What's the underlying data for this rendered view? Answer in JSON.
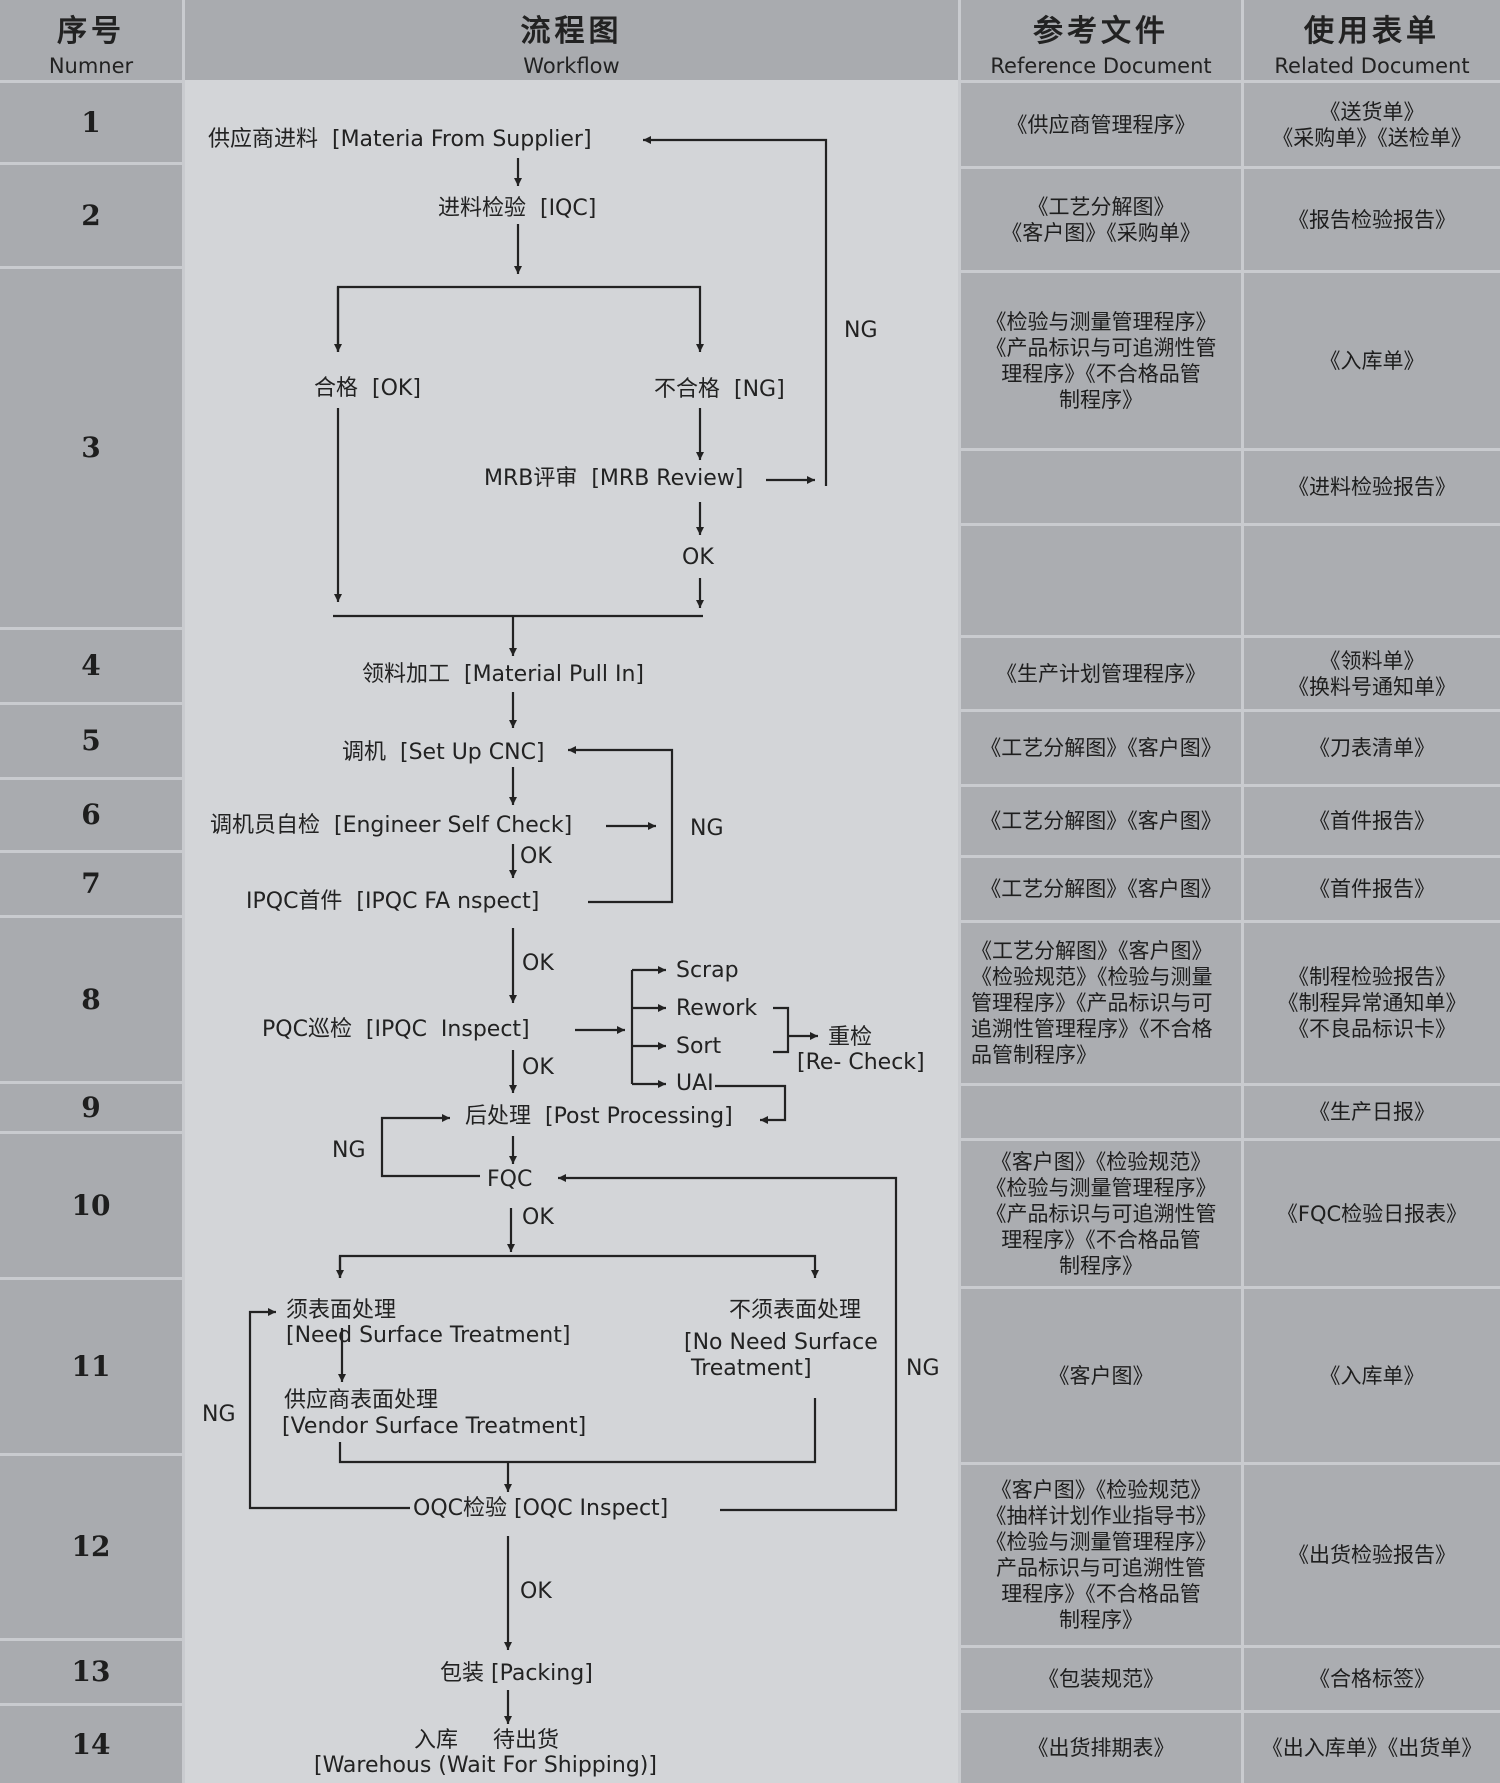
{
  "header": {
    "number": {
      "zh": "序号",
      "en": "Numner"
    },
    "workflow": {
      "zh": "流程图",
      "en": "Workflow"
    },
    "reference": {
      "zh": "参考文件",
      "en": "Reference Document"
    },
    "related": {
      "zh": "使用表单",
      "en": "Related Document"
    }
  },
  "rows": [
    {
      "no": "1",
      "ref": "《供应商管理程序》",
      "rel": "《送货单》\n《采购单》《送检单》"
    },
    {
      "no": "2",
      "ref": "《工艺分解图》\n《客户图》《采购单》",
      "rel": "《报告检验报告》"
    },
    {
      "no": "3",
      "ref": "《检验与测量管理程序》\n《产品标识与可追溯性管\n理程序》《不合格品管\n制程序》",
      "rel": "《入库单》",
      "rel2": "《进料检验报告》"
    },
    {
      "no": "4",
      "ref": "《生产计划管理程序》",
      "rel": "《领料单》\n《换料号通知单》"
    },
    {
      "no": "5",
      "ref": "《工艺分解图》《客户图》",
      "rel": "《刀表清单》"
    },
    {
      "no": "6",
      "ref": "《工艺分解图》《客户图》",
      "rel": "《首件报告》"
    },
    {
      "no": "7",
      "ref": "《工艺分解图》《客户图》",
      "rel": "《首件报告》"
    },
    {
      "no": "8",
      "ref": "《工艺分解图》《客户图》\n《检验规范》《检验与测量\n管理程序》《产品标识与可\n追溯性管理程序》《不合格\n品管制程序》",
      "rel": "《制程检验报告》\n《制程异常通知单》\n《不良品标识卡》"
    },
    {
      "no": "9",
      "ref": "",
      "rel": "《生产日报》"
    },
    {
      "no": "10",
      "ref": "《客户图》《检验规范》\n《检验与测量管理程序》\n《产品标识与可追溯性管\n理程序》《不合格品管\n制程序》",
      "rel": "《FQC检验日报表》"
    },
    {
      "no": "11",
      "ref": "《客户图》",
      "rel": "《入库单》"
    },
    {
      "no": "12",
      "ref": "《客户图》《检验规范》\n《抽样计划作业指导书》\n《检验与测量管理程序》\n产品标识与可追溯性管\n理程序》《不合格品管\n制程序》",
      "rel": "《出货检验报告》"
    },
    {
      "no": "13",
      "ref": "《包装规范》",
      "rel": "《合格标签》"
    },
    {
      "no": "14",
      "ref": "《出货排期表》",
      "rel": "《出入库单》《出货单》"
    }
  ],
  "flow": {
    "supplier": "供应商进料  [Materia From Supplier]",
    "iqc": "进料检验  [IQC]",
    "ok_label": "合格  [OK]",
    "ng_label": "不合格  [NG]",
    "mrb": "MRB评审  [MRB Review]",
    "ng": "NG",
    "ok": "OK",
    "pull": "领料加工  [Material Pull In]",
    "setup": "调机  [Set Up CNC]",
    "selfcheck": "调机员自检  [Engineer Self Check]",
    "ipqc_fa": "IPQC首件  [IPQC FA nspect]",
    "pqc": "PQC巡检  [IPQC  Inspect]",
    "scrap": "Scrap",
    "rework": "Rework",
    "sort": "Sort",
    "uai": "UAI",
    "recheck_zh": "重检",
    "recheck_en": "[Re- Check]",
    "post": "后处理  [Post Processing]",
    "fqc": "FQC",
    "need_zh": "须表面处理",
    "need_en": "[Need Surface Treatment]",
    "noneed_zh": "不须表面处理",
    "noneed_en": "[No Need Surface\n Treatment]",
    "vendor_zh": "供应商表面处理",
    "vendor_en": "[Vendor Surface Treatment]",
    "oqc": "OQC检验 [OQC Inspect]",
    "packing": "包装 [Packing]",
    "warehouse_zh": "入库     待出货",
    "warehouse_en": "[Warehous (Wait For Shipping)]"
  }
}
